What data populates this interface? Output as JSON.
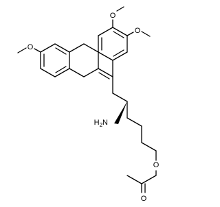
{
  "molecule": {
    "atom_labels": {
      "methoxy_a": "O",
      "methyl_a": "",
      "methoxy_b": "O",
      "methyl_b": "",
      "methoxy_c": "O",
      "methyl_c": "",
      "amine": "H2N",
      "ester_oxygen": "O",
      "carbonyl_oxygen": "O"
    },
    "colors": {
      "bond": "#000000",
      "text": "#000000",
      "background": "#ffffff"
    }
  }
}
